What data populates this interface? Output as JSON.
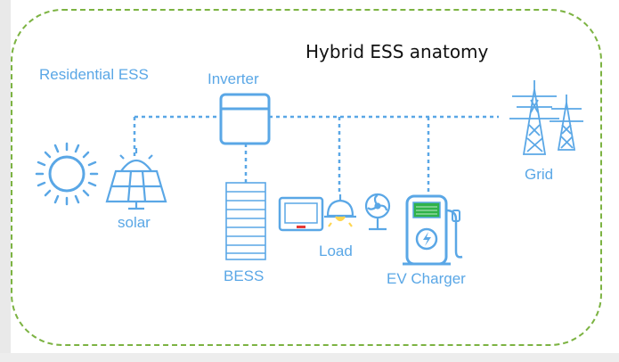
{
  "title": "Hybrid ESS anatomy",
  "labels": {
    "residential": "Residential ESS",
    "inverter": "Inverter",
    "solar": "solar",
    "bess": "BESS",
    "load": "Load",
    "ev_charger": "EV Charger",
    "grid": "Grid"
  },
  "colors": {
    "accent": "#5aa7e6",
    "frame": "#7cb342",
    "ev_screen": "#2fb34a",
    "tv_indicator": "#e53935"
  },
  "icons": [
    "sun-icon",
    "solar-panel-icon",
    "inverter-icon",
    "battery-stack-icon",
    "tv-icon",
    "lamp-icon",
    "fan-icon",
    "ev-charger-icon",
    "transmission-tower-icon"
  ]
}
